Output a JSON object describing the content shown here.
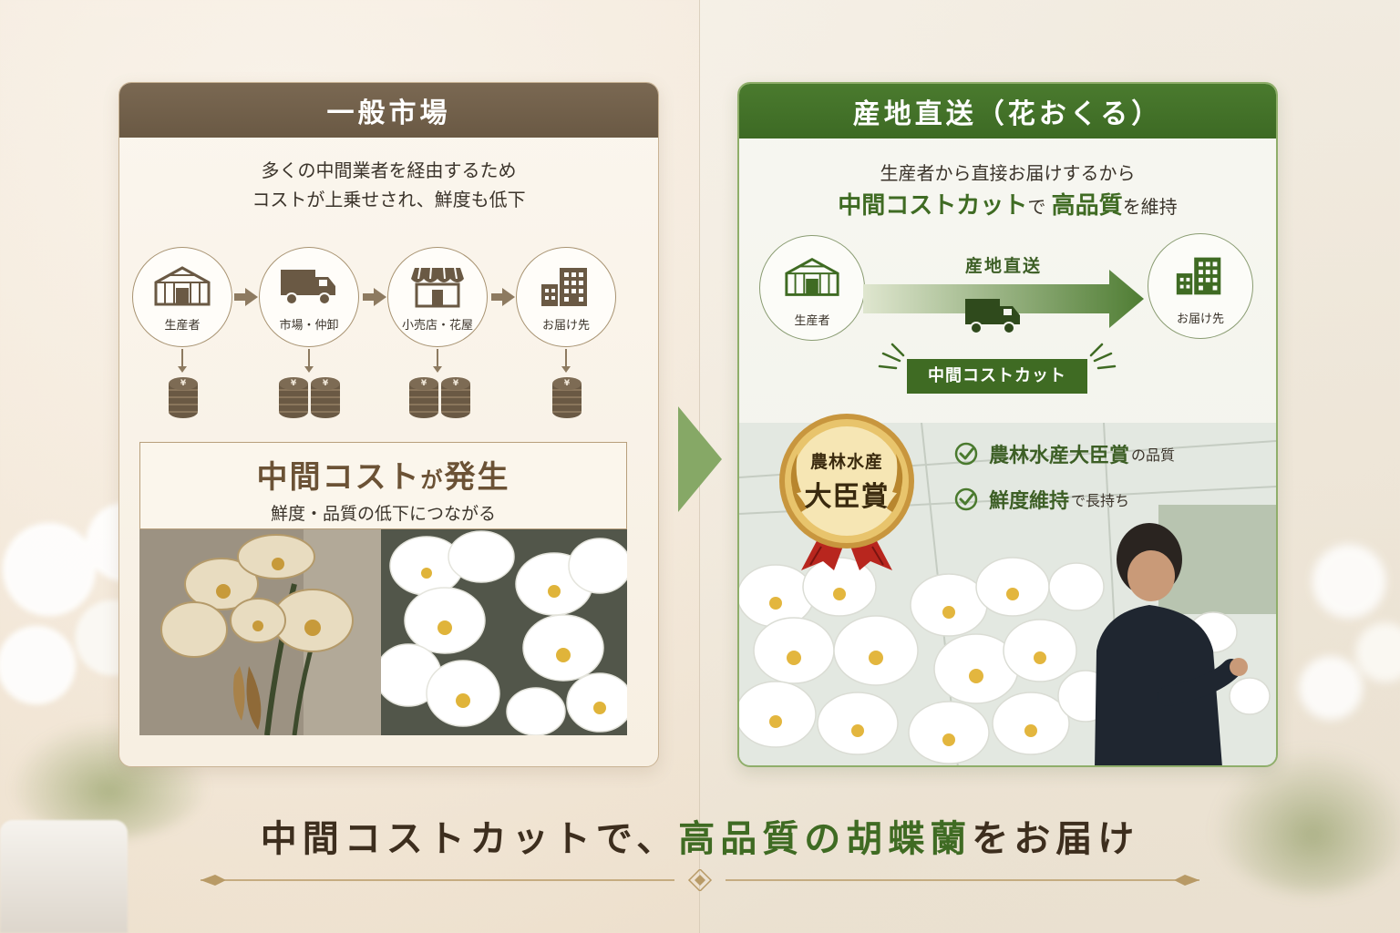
{
  "colors": {
    "left_header": "#6e5c47",
    "right_header": "#3f6b23",
    "accent_green": "#3f6b23",
    "accent_brown": "#6b5235",
    "gold": "#d7ad52",
    "ribbon_red": "#b8261e"
  },
  "left_panel": {
    "title": "一般市場",
    "intro_line1": "多くの中間業者を経由するため",
    "intro_line2": "コストが上乗せされ、鮮度も低下",
    "flow": [
      {
        "label": "生産者",
        "icon": "greenhouse-icon",
        "coins": 1
      },
      {
        "label": "市場・仲卸",
        "icon": "truck-icon",
        "coins": 2
      },
      {
        "label": "小売店・花屋",
        "icon": "storefront-icon",
        "coins": 2
      },
      {
        "label": "お届け先",
        "icon": "building-icon",
        "coins": 1
      }
    ],
    "coin_symbol": "¥",
    "cost_title_main": "中間コスト",
    "cost_title_particle": "が",
    "cost_title_end": "発生",
    "cost_subtitle": "鮮度・品質の低下につながる"
  },
  "right_panel": {
    "title": "産地直送（花おくる）",
    "intro_line1": "生産者から直接お届けするから",
    "intro_strong1": "中間コストカット",
    "intro_mid": "で",
    "intro_strong2": "高品質",
    "intro_end": "を維持",
    "producer_label": "生産者",
    "destination_label": "お届け先",
    "direct_label": "産地直送",
    "cost_cut_badge": "中間コストカット",
    "medal_line1": "農林水産",
    "medal_line2": "大臣賞",
    "checks": [
      {
        "main": "農林水産大臣賞",
        "small": "の品質"
      },
      {
        "main": "鮮度維持",
        "small": "で長持ち"
      }
    ]
  },
  "footer": {
    "slogan_part1": "中間コストカットで、",
    "slogan_part2": "高品質の胡蝶蘭",
    "slogan_part3": "をお届け"
  }
}
